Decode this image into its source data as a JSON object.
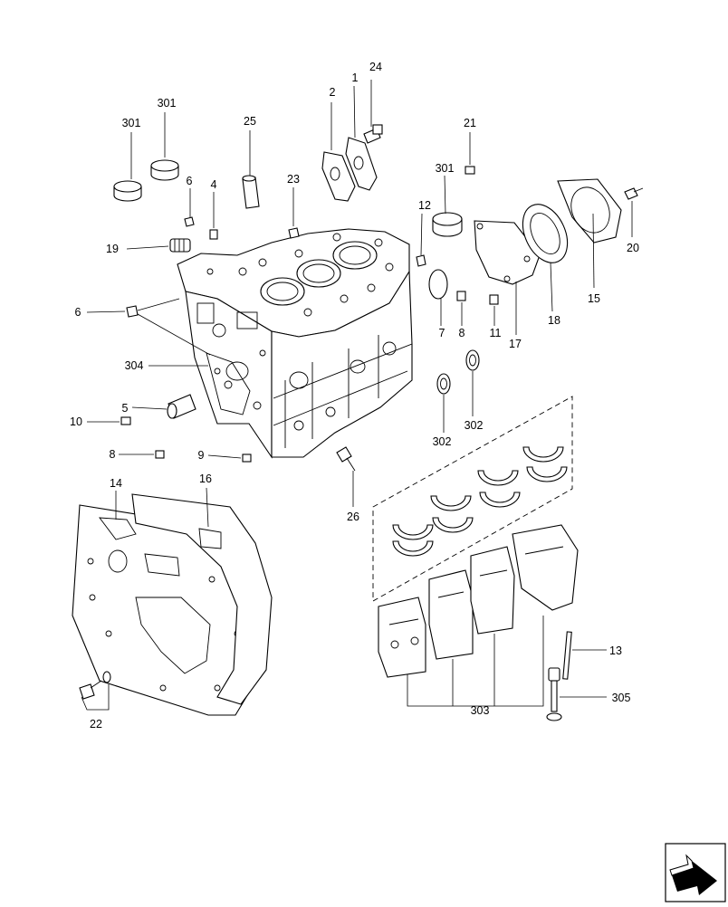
{
  "callouts": [
    {
      "id": "c24",
      "text": "24"
    },
    {
      "id": "c2",
      "text": "2"
    },
    {
      "id": "c1",
      "text": "1"
    },
    {
      "id": "c301a",
      "text": "301"
    },
    {
      "id": "c301b",
      "text": "301"
    },
    {
      "id": "c25",
      "text": "25"
    },
    {
      "id": "c6a",
      "text": "6"
    },
    {
      "id": "c4",
      "text": "4"
    },
    {
      "id": "c23",
      "text": "23"
    },
    {
      "id": "c21",
      "text": "21"
    },
    {
      "id": "c301c",
      "text": "301"
    },
    {
      "id": "c12",
      "text": "12"
    },
    {
      "id": "c19",
      "text": "19"
    },
    {
      "id": "c20",
      "text": "20"
    },
    {
      "id": "c15",
      "text": "15"
    },
    {
      "id": "c18",
      "text": "18"
    },
    {
      "id": "c17",
      "text": "17"
    },
    {
      "id": "c7",
      "text": "7"
    },
    {
      "id": "c8a",
      "text": "8"
    },
    {
      "id": "c11",
      "text": "11"
    },
    {
      "id": "c6b",
      "text": "6"
    },
    {
      "id": "c304",
      "text": "304"
    },
    {
      "id": "c5",
      "text": "5"
    },
    {
      "id": "c10",
      "text": "10"
    },
    {
      "id": "c302a",
      "text": "302"
    },
    {
      "id": "c302b",
      "text": "302"
    },
    {
      "id": "c8b",
      "text": "8"
    },
    {
      "id": "c9",
      "text": "9"
    },
    {
      "id": "c26",
      "text": "26"
    },
    {
      "id": "c14",
      "text": "14"
    },
    {
      "id": "c16",
      "text": "16"
    },
    {
      "id": "c13",
      "text": "13"
    },
    {
      "id": "c305",
      "text": "305"
    },
    {
      "id": "c22",
      "text": "22"
    },
    {
      "id": "c303",
      "text": "303"
    }
  ],
  "navigation": {
    "icon": "next-page-arrow-icon"
  }
}
